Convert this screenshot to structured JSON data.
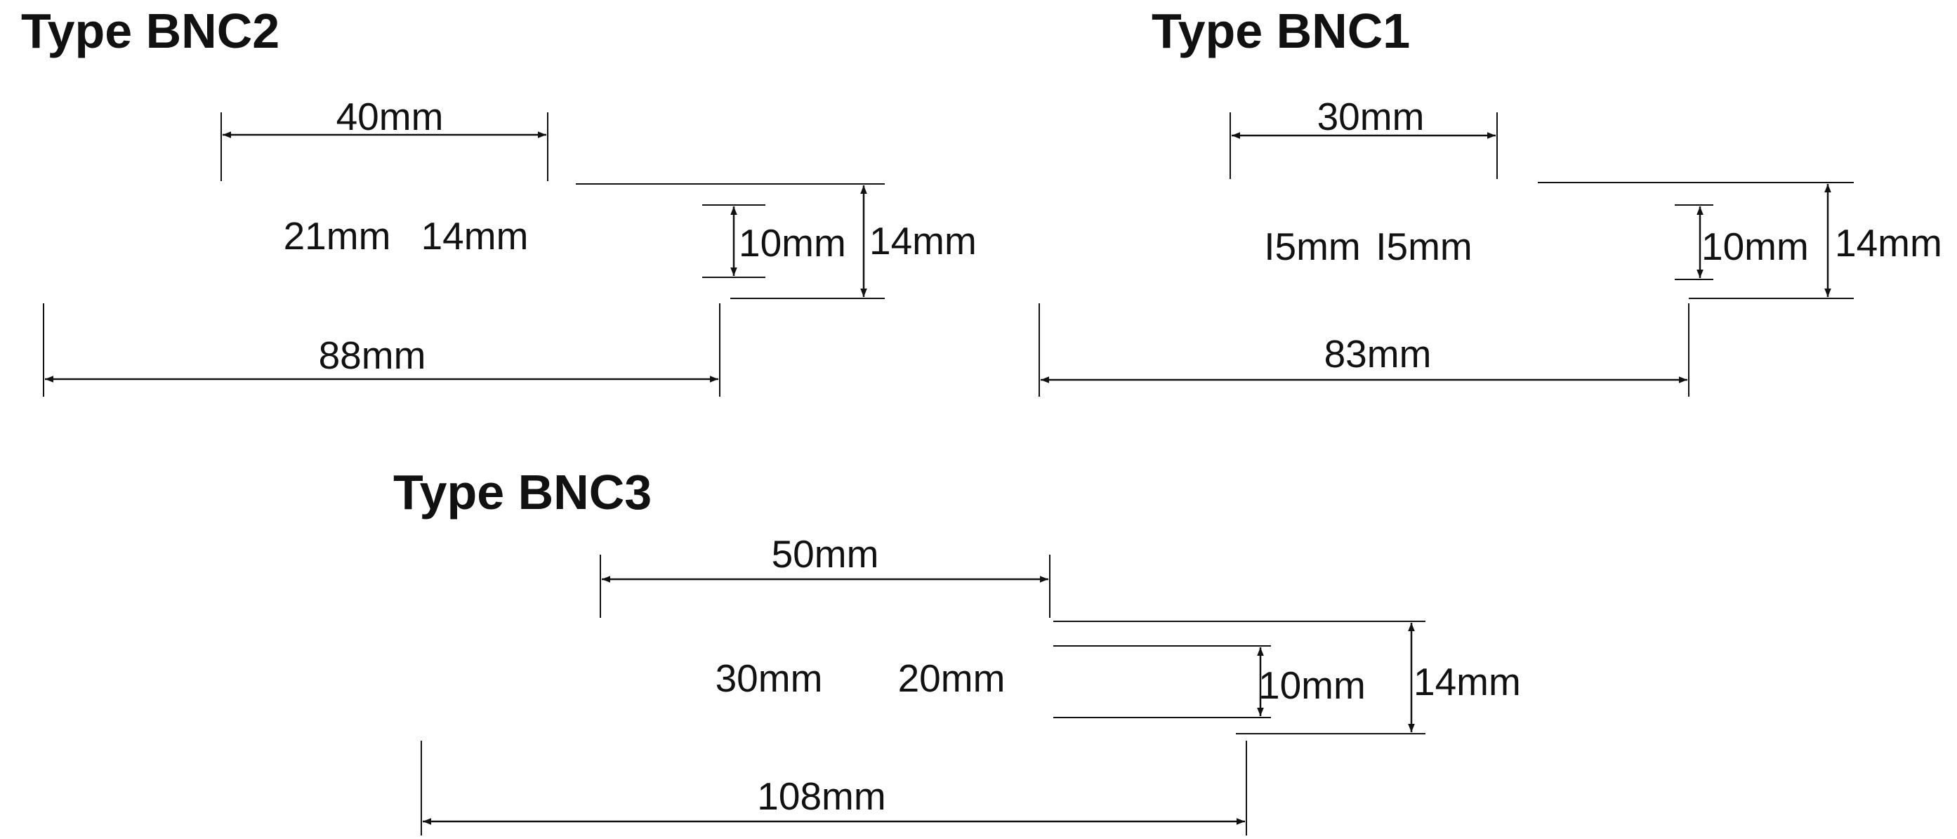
{
  "colors": {
    "profile": "#111111",
    "channel": "#ffffff",
    "background": "#ffffff"
  },
  "profiles": [
    {
      "id": "bnc2",
      "title": "Type BNC2",
      "top_width_label": "40mm",
      "total_width_label": "88mm",
      "channel_height_label": "10mm",
      "total_height_label": "14mm",
      "left_channel_label": "21mm",
      "right_channel_label": "14mm"
    },
    {
      "id": "bnc1",
      "title": "Type BNC1",
      "top_width_label": "30mm",
      "total_width_label": "83mm",
      "channel_height_label": "10mm",
      "total_height_label": "14mm",
      "left_channel_label": "I5mm",
      "right_channel_label": "I5mm"
    },
    {
      "id": "bnc3",
      "title": "Type BNC3",
      "top_width_label": "50mm",
      "total_width_label": "108mm",
      "channel_height_label": "10mm",
      "total_height_label": "14mm",
      "left_channel_label": "30mm",
      "right_channel_label": "20mm"
    }
  ]
}
